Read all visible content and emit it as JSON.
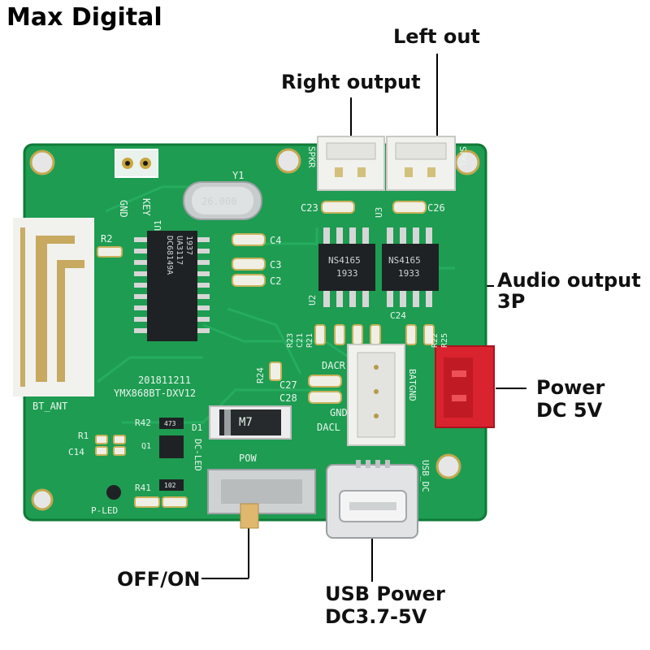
{
  "brand": "Max Digital",
  "callouts": {
    "left_out": "Left out",
    "right_output": "Right output",
    "audio_output_line1": "Audio output",
    "audio_output_line2": "3P",
    "power_line1": "Power",
    "power_line2": "DC 5V",
    "off_on": "OFF/ON",
    "usb_power_line1": "USB Power",
    "usb_power_line2": "DC3.7-5V"
  },
  "silkscreen": {
    "spkr": "SPKR",
    "spkl": "SPKL",
    "gnd": "GND",
    "key": "KEY",
    "y1": "Y1",
    "crystal": "26.000",
    "u1": "U1",
    "r2": "R2",
    "c4": "C4",
    "c3": "C3",
    "c2": "C2",
    "c23": "C23",
    "c26": "C26",
    "u3": "U3",
    "u2": "U2",
    "c24": "C24",
    "r21": "R21",
    "c21": "C21",
    "r23": "R23",
    "r22": "R22",
    "r25": "R25",
    "r24": "R24",
    "c27": "C27",
    "c28": "C28",
    "dacr": "DACR",
    "gnd2": "GND",
    "dacl": "DACL",
    "bat_gnd": "BATGND",
    "date": "201811211",
    "model": "YMX868BT-DXV12",
    "bt_ant": "BT_ANT",
    "r1": "R1",
    "c14": "C14",
    "r42": "R42",
    "q1": "Q1",
    "d1": "D1",
    "dc_led": "DC-LED",
    "m7": "M7",
    "pow": "POW",
    "usb_dc": "USB_DC",
    "r41": "R41",
    "p_led": "P-LED",
    "r473": "473",
    "r102": "102"
  },
  "chips": {
    "u1_line1": "DC68149A",
    "u1_line2": "UA3117",
    "u1_line3": "1937",
    "u2_line1": "NS4165",
    "u2_line2": "1933",
    "u3_line1": "NS4165",
    "u3_line2": "1933"
  },
  "colors": {
    "pcb": "#1e9c52",
    "pcb_dark": "#12803f",
    "connector_white": "#f1f1ee",
    "connector_red": "#d9232e",
    "chip_black": "#1f2224",
    "metal": "#c9cccd"
  }
}
